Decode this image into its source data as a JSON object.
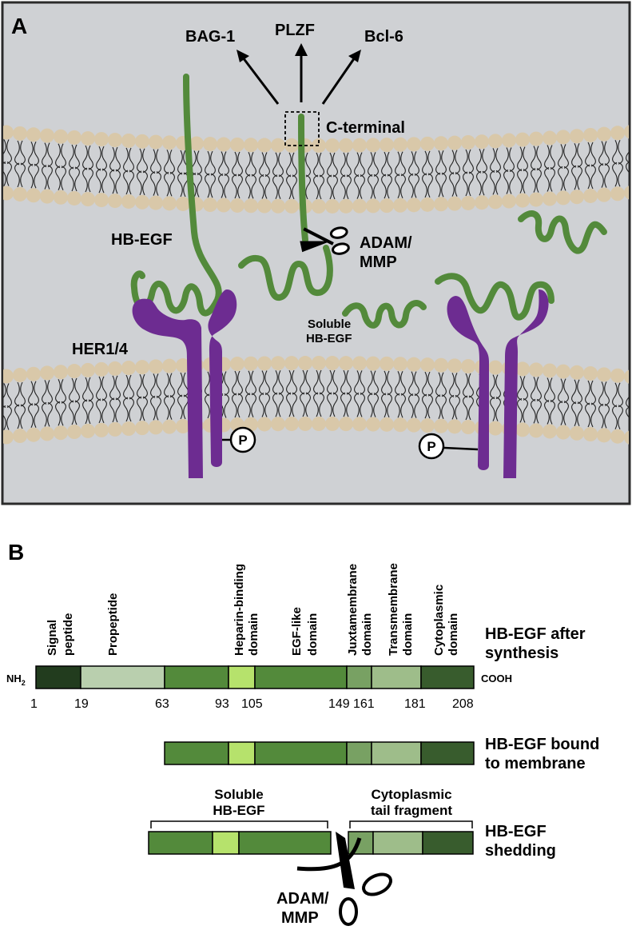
{
  "panel_a": {
    "letter": "A",
    "targets": [
      "BAG-1",
      "PLZF",
      "Bcl-6"
    ],
    "c_terminal": "C-terminal",
    "hb_egf": "HB-EGF",
    "adam_mmp": [
      "ADAM/",
      "MMP"
    ],
    "soluble": [
      "Soluble",
      "HB-EGF"
    ],
    "her": "HER1/4",
    "phospho": "P",
    "colors": {
      "background": "#cfd1d4",
      "lipid_head": "#d9c8a9",
      "hb_egf": "#538a3b",
      "receptor": "#6d2c91"
    }
  },
  "panel_b": {
    "letter": "B",
    "domain_labels": [
      [
        "Signal",
        "peptide"
      ],
      [
        "Propeptide"
      ],
      [
        "Heparin-binding",
        "domain"
      ],
      [
        "EGF-like",
        "domain"
      ],
      [
        "Juxtamembrane",
        "domain"
      ],
      [
        "Transmembrane",
        "domain"
      ],
      [
        "Cytoplasmic",
        "domain"
      ]
    ],
    "rows": [
      [
        "HB-EGF after",
        "synthesis"
      ],
      [
        "HB-EGF bound",
        "to membrane"
      ],
      [
        "HB-EGF",
        "shedding"
      ]
    ],
    "nh2": "NH",
    "nh2_sub": "2",
    "cooh": "COOH",
    "positions": [
      "1",
      "19",
      "63",
      "93",
      "105",
      "149",
      "161",
      "181",
      "208"
    ],
    "soluble_bracket": [
      "Soluble",
      "HB-EGF"
    ],
    "tail_bracket": [
      "Cytoplasmic",
      "tail fragment"
    ],
    "adam_mmp": [
      "ADAM/",
      "MMP"
    ],
    "domain_colors": {
      "signal": "#223c1e",
      "propeptide": "#b9cfae",
      "egf": "#538a3b",
      "heparin": "#b6e26c",
      "juxta": "#78a163",
      "transmembrane": "#9ebd8a",
      "cytoplasmic": "#385c2d"
    }
  }
}
